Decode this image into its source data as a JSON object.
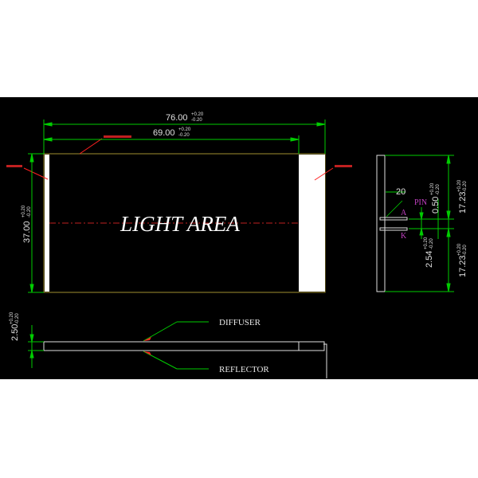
{
  "drawing": {
    "light_area_label": "LIGHT AREA",
    "dimensions": {
      "overall_length": "76.00",
      "overall_length_tol": [
        "+0.20",
        "-0.20"
      ],
      "light_length": "69.00",
      "light_length_tol": [
        "+0.20",
        "-0.20"
      ],
      "height": "37.00",
      "height_tol": [
        "+0.20",
        "-0.20"
      ],
      "thickness": "2.50",
      "thickness_tol": [
        "+0.20",
        "-0.20"
      ],
      "pin_offset": "20",
      "pin_pitch": "2.54",
      "pin_pitch_tol": [
        "+0.20",
        "-0.20"
      ],
      "pin_width": "0.50",
      "pin_width_tol": [
        "+0.20",
        "-0.20"
      ],
      "upper_half": "17.23",
      "upper_half_tol": [
        "+0.20",
        "-0.20"
      ],
      "lower_half": "17.23",
      "lower_half_tol": [
        "+0.20",
        "-0.20"
      ]
    },
    "pin_label": "PIN",
    "anode_label": "A",
    "cathode_label": "K",
    "layer_labels": {
      "diffuser": "DIFFUSER",
      "reflector": "REFLECTOR"
    },
    "colors": {
      "background": "#000000",
      "dimension": "#00cc00",
      "outline": "#e0e0e0",
      "leader": "#ff2020",
      "pin": "#c040c0",
      "frame": "#a09030"
    }
  }
}
